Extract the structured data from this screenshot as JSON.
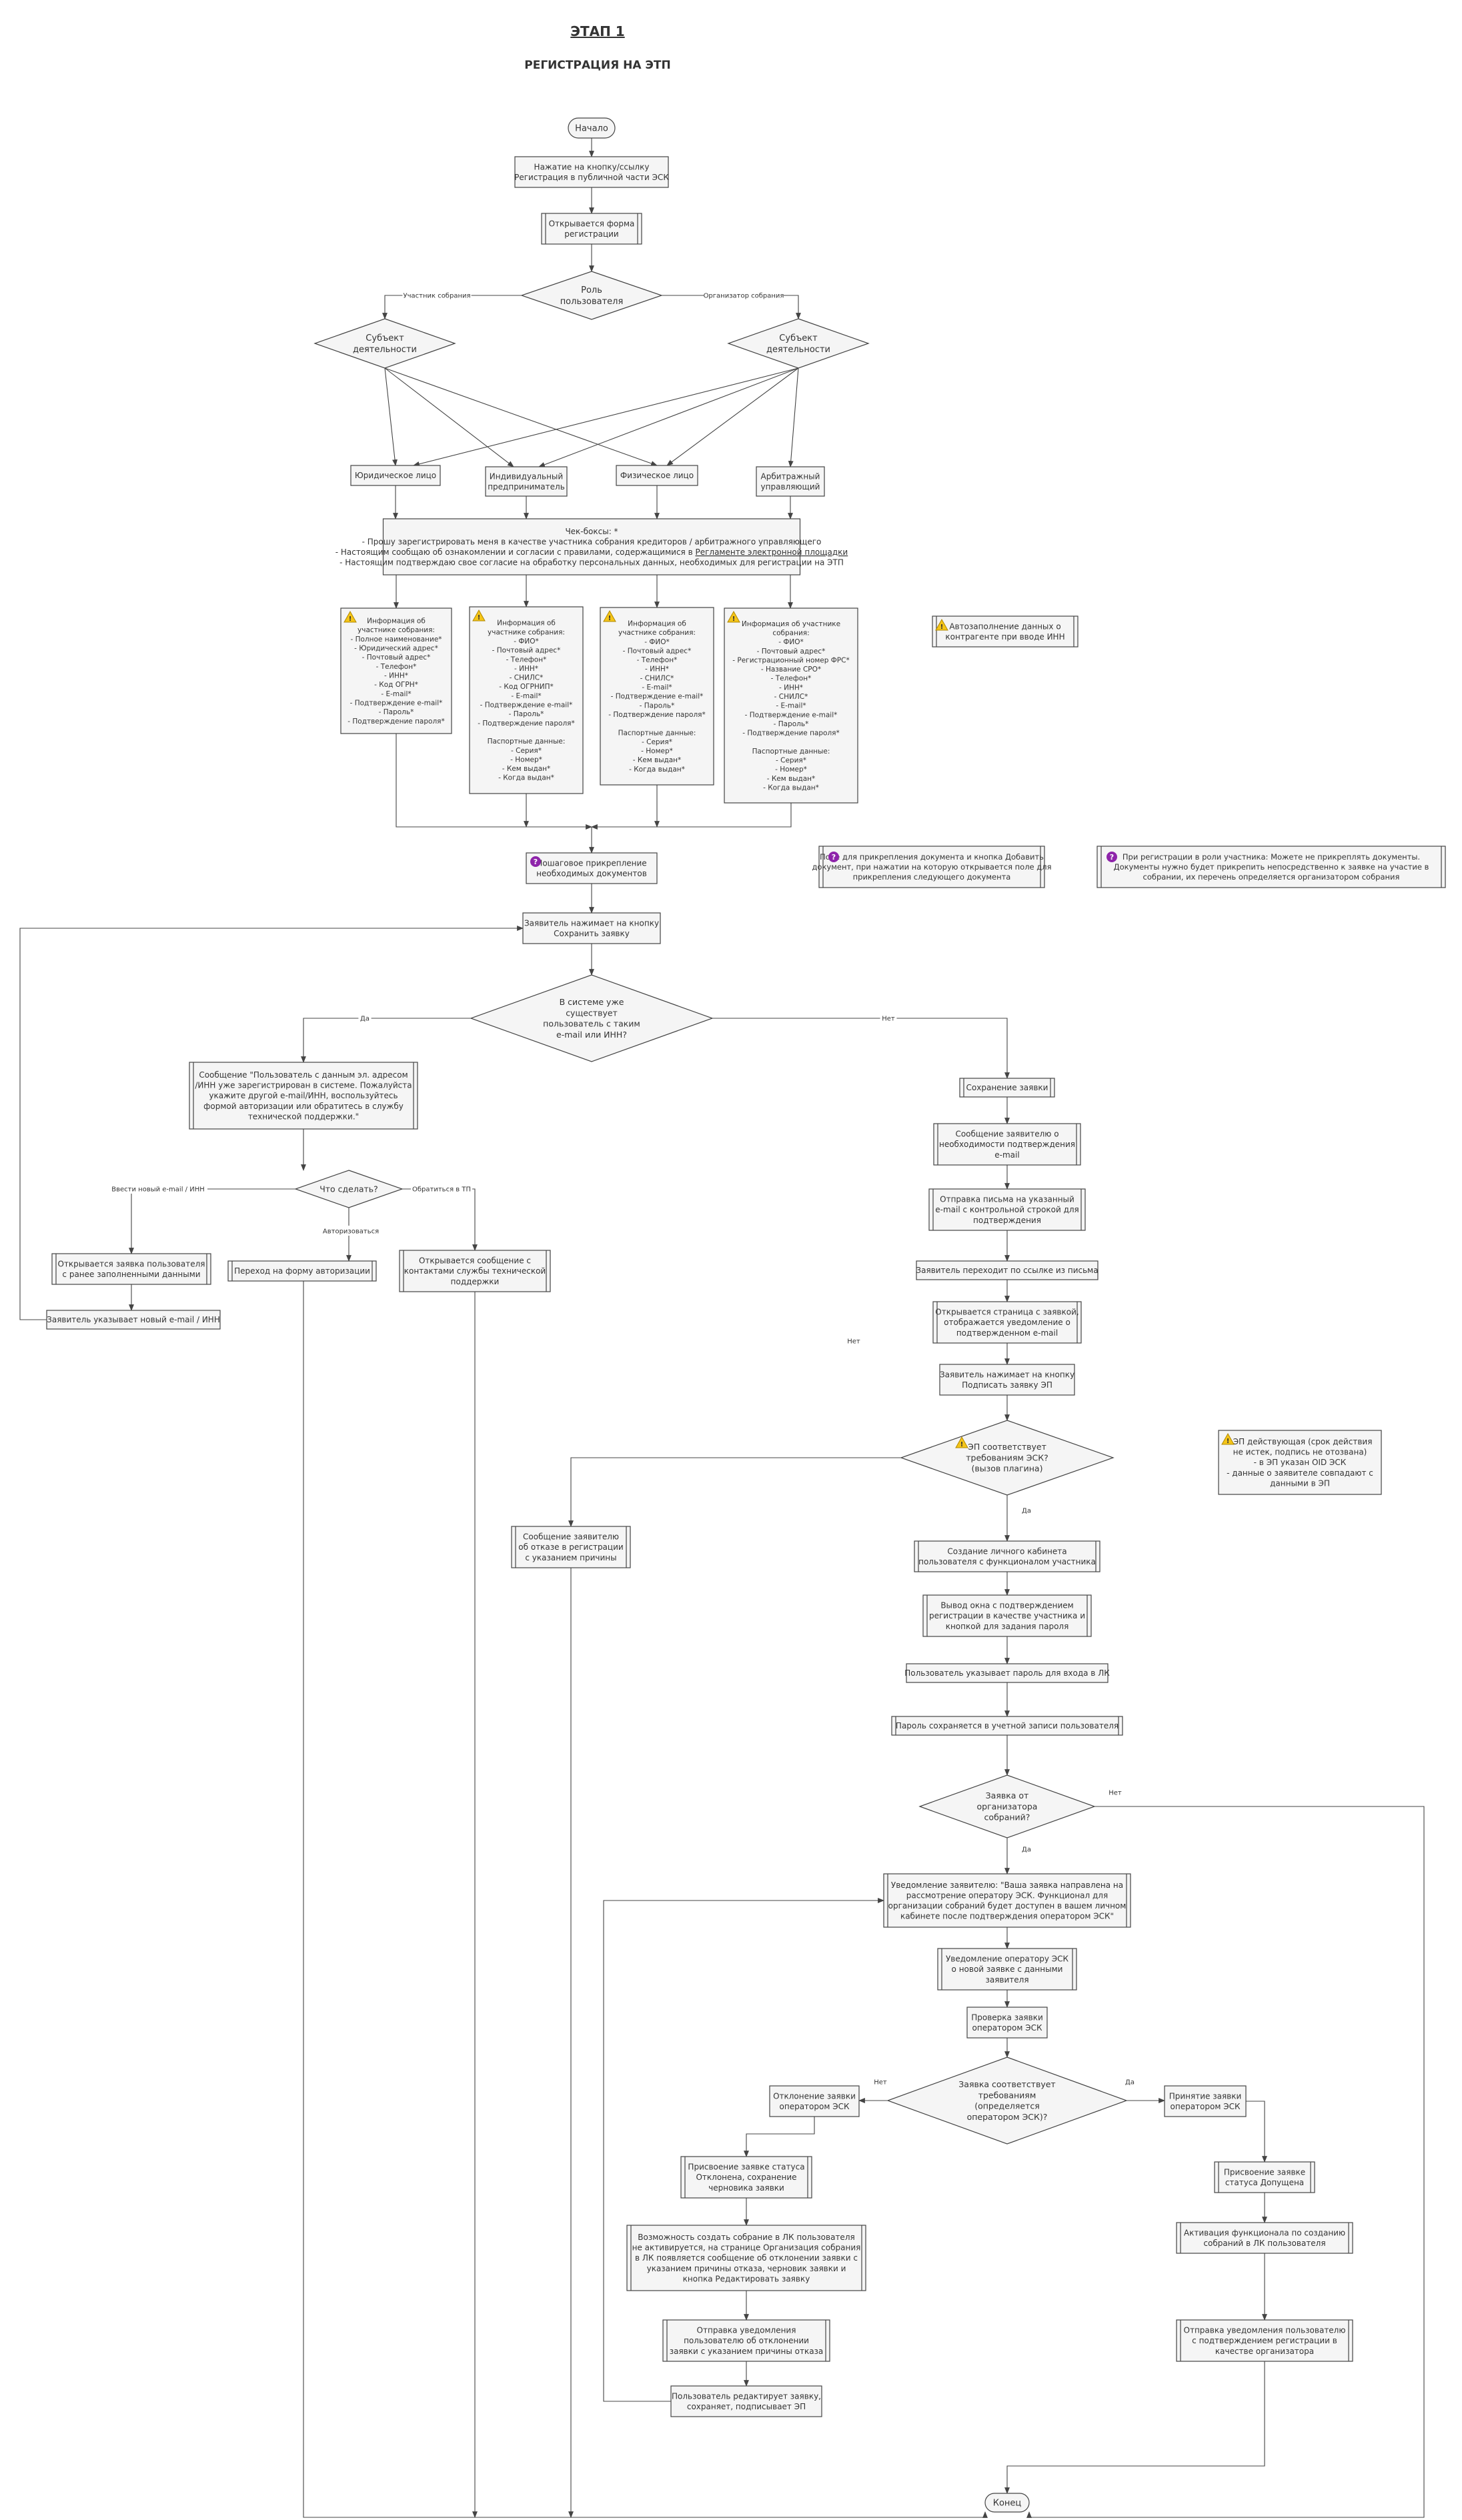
{
  "title": "ЭТАП 1",
  "subtitle": "РЕГИСТРАЦИЯ НА ЭТП",
  "colors": {
    "box_fill": "#f5f5f5",
    "stroke": "#444444",
    "warning": "#f5c518",
    "question": "#8e24aa"
  },
  "nodes": {
    "start": "Начало",
    "click_link": "Нажатие на кнопку/ссылку\nРегистрация в публичной части ЭСК",
    "form_opens": "Открывается форма\nрегистрации",
    "role": "Роль\nпользователя",
    "subject_left": "Субъект\nдеятельности",
    "subject_right": "Субъект\nдеятельности",
    "legal": "Юридическое лицо",
    "entrepreneur": "Индивидуальный\nпредприниматель",
    "individual": "Физическое лицо",
    "arbitration": "Арбитражный\nуправляющий",
    "checkboxes": "Чек-боксы: *\n- Прошу зарегистрировать меня в качестве участника собрания кредиторов / арбитражного управляющего\n- Настоящим сообщаю об ознакомлении и согласии с правилами, содержащимися в Регламенте электронной площадки\n- Настоящим подтверждаю свое согласие на обработку персональных данных, необходимых для регистрации на ЭТП",
    "info_legal": "Информация об\nучастнике собрания:\n- Полное наименование*\n- Юридический адрес*\n- Почтовый адрес*\n- Телефон*\n- ИНН*\n- Код ОГРН*\n- E-mail*\n- Подтверждение e-mail*\n- Пароль*\n- Подтверждение пароля*",
    "info_ip": "Информация об\nучастнике собрания:\n- ФИО*\n- Почтовый адрес*\n- Телефон*\n- ИНН*\n- СНИЛС*\n- Код ОГРНИП*\n- E-mail*\n- Подтверждение e-mail*\n- Пароль*\n- Подтверждение пароля*\n\nПаспортные данные:\n- Серия*\n- Номер*\n- Кем выдан*\n- Когда выдан*",
    "info_phys": "Информация об\nучастнике собрания:\n- ФИО*\n- Почтовый адрес*\n- Телефон*\n- ИНН*\n- СНИЛС*\n- E-mail*\n- Подтверждение e-mail*\n- Пароль*\n- Подтверждение пароля*\n\nПаспортные данные:\n- Серия*\n- Номер*\n- Кем выдан*\n- Когда выдан*",
    "info_arb": "Информация об участнике\nсобрания:\n- ФИО*\n- Почтовый адрес*\n- Регистрационный номер ФРС*\n- Название СРО*\n- Телефон*\n- ИНН*\n- СНИЛС*\n- E-mail*\n- Подтверждение e-mail*\n- Пароль*\n- Подтверждение пароля*\n\nПаспортные данные:\n- Серия*\n- Номер*\n- Кем выдан*\n- Когда выдан*",
    "note_autofill": "Автозаполнение данных о\nконтрагенте при вводе ИНН",
    "attach_docs": "Пошаговое прикрепление\nнеобходимых документов",
    "note_attach_field": "Поле для прикрепления документа и кнопка Добавить\nдокумент, при нажатии на которую открывается поле для\nприкрепления следующего документа",
    "note_attach_role": "При регистрации в роли участника: Можете не прикреплять документы.\nДокументы нужно будет прикрепить непосредственно к заявке на участие в\nсобрании, их перечень определяется организатором собрания",
    "save_click": "Заявитель нажимает на кнопку\nСохранить заявку",
    "exists": "В системе уже\nсуществует\nпользователь с таким\ne-mail или ИНН?",
    "msg_exists": "Сообщение \"Пользователь с данным эл. адресом\n/ИНН уже зарегистрирован в системе. Пожалуйста\nукажите другой e-mail/ИНН, воспользуйтесь\nформой авторизации или обратитесь в службу\nтехнической поддержки.\"",
    "what_to_do": "Что сделать?",
    "reopen_form": "Открывается заявка пользователя\nс ранее заполненными данными",
    "new_email": "Заявитель указывает новый e-mail / ИНН",
    "to_auth": "Переход на форму авторизации",
    "support_msg": "Открывается сообщение с\nконтактами службы технической\nподдержки",
    "save_app": "Сохранение заявки",
    "msg_confirm": "Сообщение заявителю о\nнеобходимости подтверждения\ne-mail",
    "send_email": "Отправка письма на указанный\ne-mail с контрольной строкой для\nподтверждения",
    "follow_link": "Заявитель переходит по ссылке из письма",
    "page_opens": "Открывается страница с заявкой,\nотображается уведомление о\nподтвержденном e-mail",
    "sign_click": "Заявитель нажимает на кнопку\nПодписать заявку ЭП",
    "ep_ok": "ЭП соответствует\nтребованиям ЭСК?\n(вызов плагина)",
    "note_ep": "- ЭП действующая (срок действия\nне истек, подпись не отозвана)\n- в ЭП указан ОID ЭСК\n- данные о заявителе совпадают с\nданными в ЭП",
    "msg_reject_reg": "Сообщение заявителю\nоб отказе в регистрации\nс указанием причины",
    "create_cabinet": "Создание личного кабинета\nпользователя с функционалом участника",
    "window_confirm": "Вывод окна с подтверждением\nрегистрации в качестве участника и\nкнопкой для задания пароля",
    "set_password": "Пользователь указывает пароль для входа в ЛК",
    "password_saved": "Пароль сохраняется в учетной записи пользователя",
    "is_organizer": "Заявка от\nорганизатора\nсобраний?",
    "notify_applicant": "Уведомление заявителю: \"Ваша заявка направлена на\nрассмотрение оператору ЭСК. Функционал для\nорганизации собраний будет доступен в вашем личном\nкабинете после подтверждения оператором ЭСК\"",
    "notify_operator": "Уведомление оператору ЭСК\nо новой заявке с данными\nзаявителя",
    "check_app": "Проверка заявки\nоператором ЭСК",
    "app_ok": "Заявка соответствует\nтребованиям\n(определяется\nоператором ЭСК)?",
    "reject_app": "Отклонение заявки\nоператором ЭСК",
    "accept_app": "Принятие заявки\nоператором ЭСК",
    "status_rejected": "Присвоение заявке статуса\nОтклонена, сохранение\nчерновика заявки",
    "status_admitted": "Присвоение заявке\nстатуса Допущена",
    "no_create": "Возможность создать собрание в ЛК пользователя\nне активируется, на странице Организация собрания\nв ЛК появляется сообщение об отклонении заявки с\nуказанием причины отказа, черновик заявки и\nкнопка Редактировать заявку",
    "activate": "Активация функционала по созданию\nсобраний в ЛК пользователя",
    "send_reject": "Отправка уведомления\nпользователю об отклонении\nзаявки с указанием причины отказа",
    "send_confirm": "Отправка уведомления пользователю\nс подтверждением регистрации в\nкачестве организатора",
    "edit_app": "Пользователь редактирует заявку,\nсохраняет, подписывает ЭП",
    "end": "Конец"
  },
  "labels": {
    "participant": "Участник собрания",
    "organizer": "Организатор собрания",
    "yes": "Да",
    "no": "Нет",
    "new_email_opt": "Ввести новый e-mail / ИНН",
    "authorize_opt": "Авторизоваться",
    "support_opt": "Обратиться в ТП"
  }
}
